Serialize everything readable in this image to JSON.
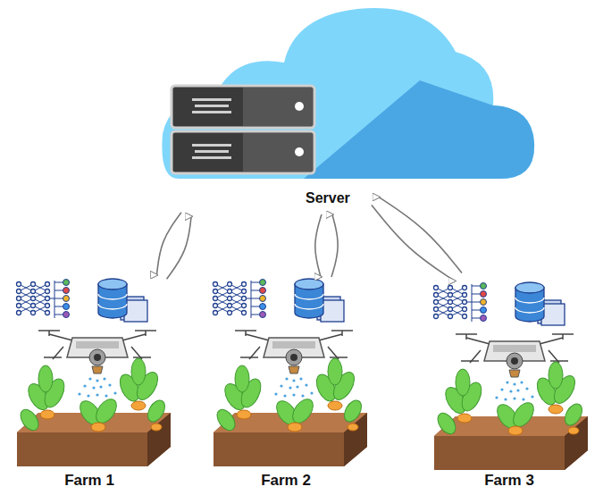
{
  "diagram": {
    "nodes": [
      {
        "text": [
          "Server"
        ]
      },
      {
        "text": [
          "Farm 1"
        ]
      },
      {
        "text": [
          "Farm 2"
        ]
      },
      {
        "text": [
          "Farm 3"
        ]
      }
    ],
    "edges": [
      {
        "from": 0,
        "to": 1,
        "arrow": "both"
      },
      {
        "from": 0,
        "to": 2,
        "arrow": "both"
      },
      {
        "from": 0,
        "to": 3,
        "arrow": "both"
      }
    ]
  }
}
